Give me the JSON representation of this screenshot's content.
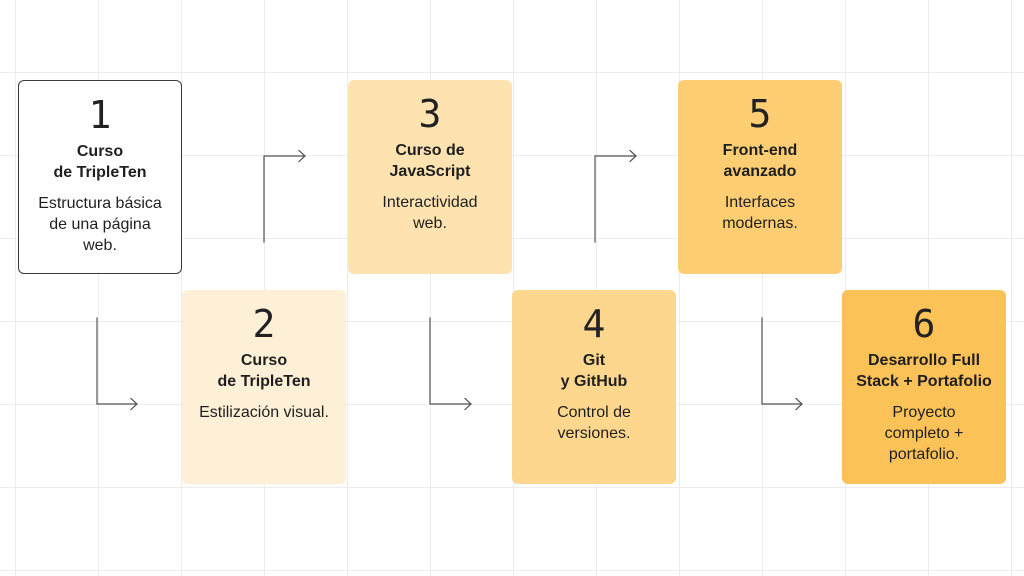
{
  "steps": [
    {
      "number": "1",
      "title": "Curso\nde TripleTen",
      "description": "Estructura básica\nde una página\nweb."
    },
    {
      "number": "2",
      "title": "Curso\nde TripleTen",
      "description": "Estilización visual."
    },
    {
      "number": "3",
      "title": "Curso de\nJavaScript",
      "description": "Interactividad\nweb."
    },
    {
      "number": "4",
      "title": "Git\ny GitHub",
      "description": "Control de\nversiones."
    },
    {
      "number": "5",
      "title": "Front-end\navanzado",
      "description": "Interfaces\nmodernas."
    },
    {
      "number": "6",
      "title": "Desarrollo Full\nStack + Portafolio",
      "description": "Proyecto\ncompleto +\nportafolio."
    }
  ],
  "colors": {
    "step1_bg": "#ffffff",
    "step1_border": "#3a3a3a",
    "step2_bg": "#fef0d6",
    "step3_bg": "#fee3b0",
    "step4_bg": "#fdd78e",
    "step5_bg": "#fccd72",
    "step6_bg": "#fbc257",
    "connector": "#555555",
    "grid": "#ececec"
  }
}
